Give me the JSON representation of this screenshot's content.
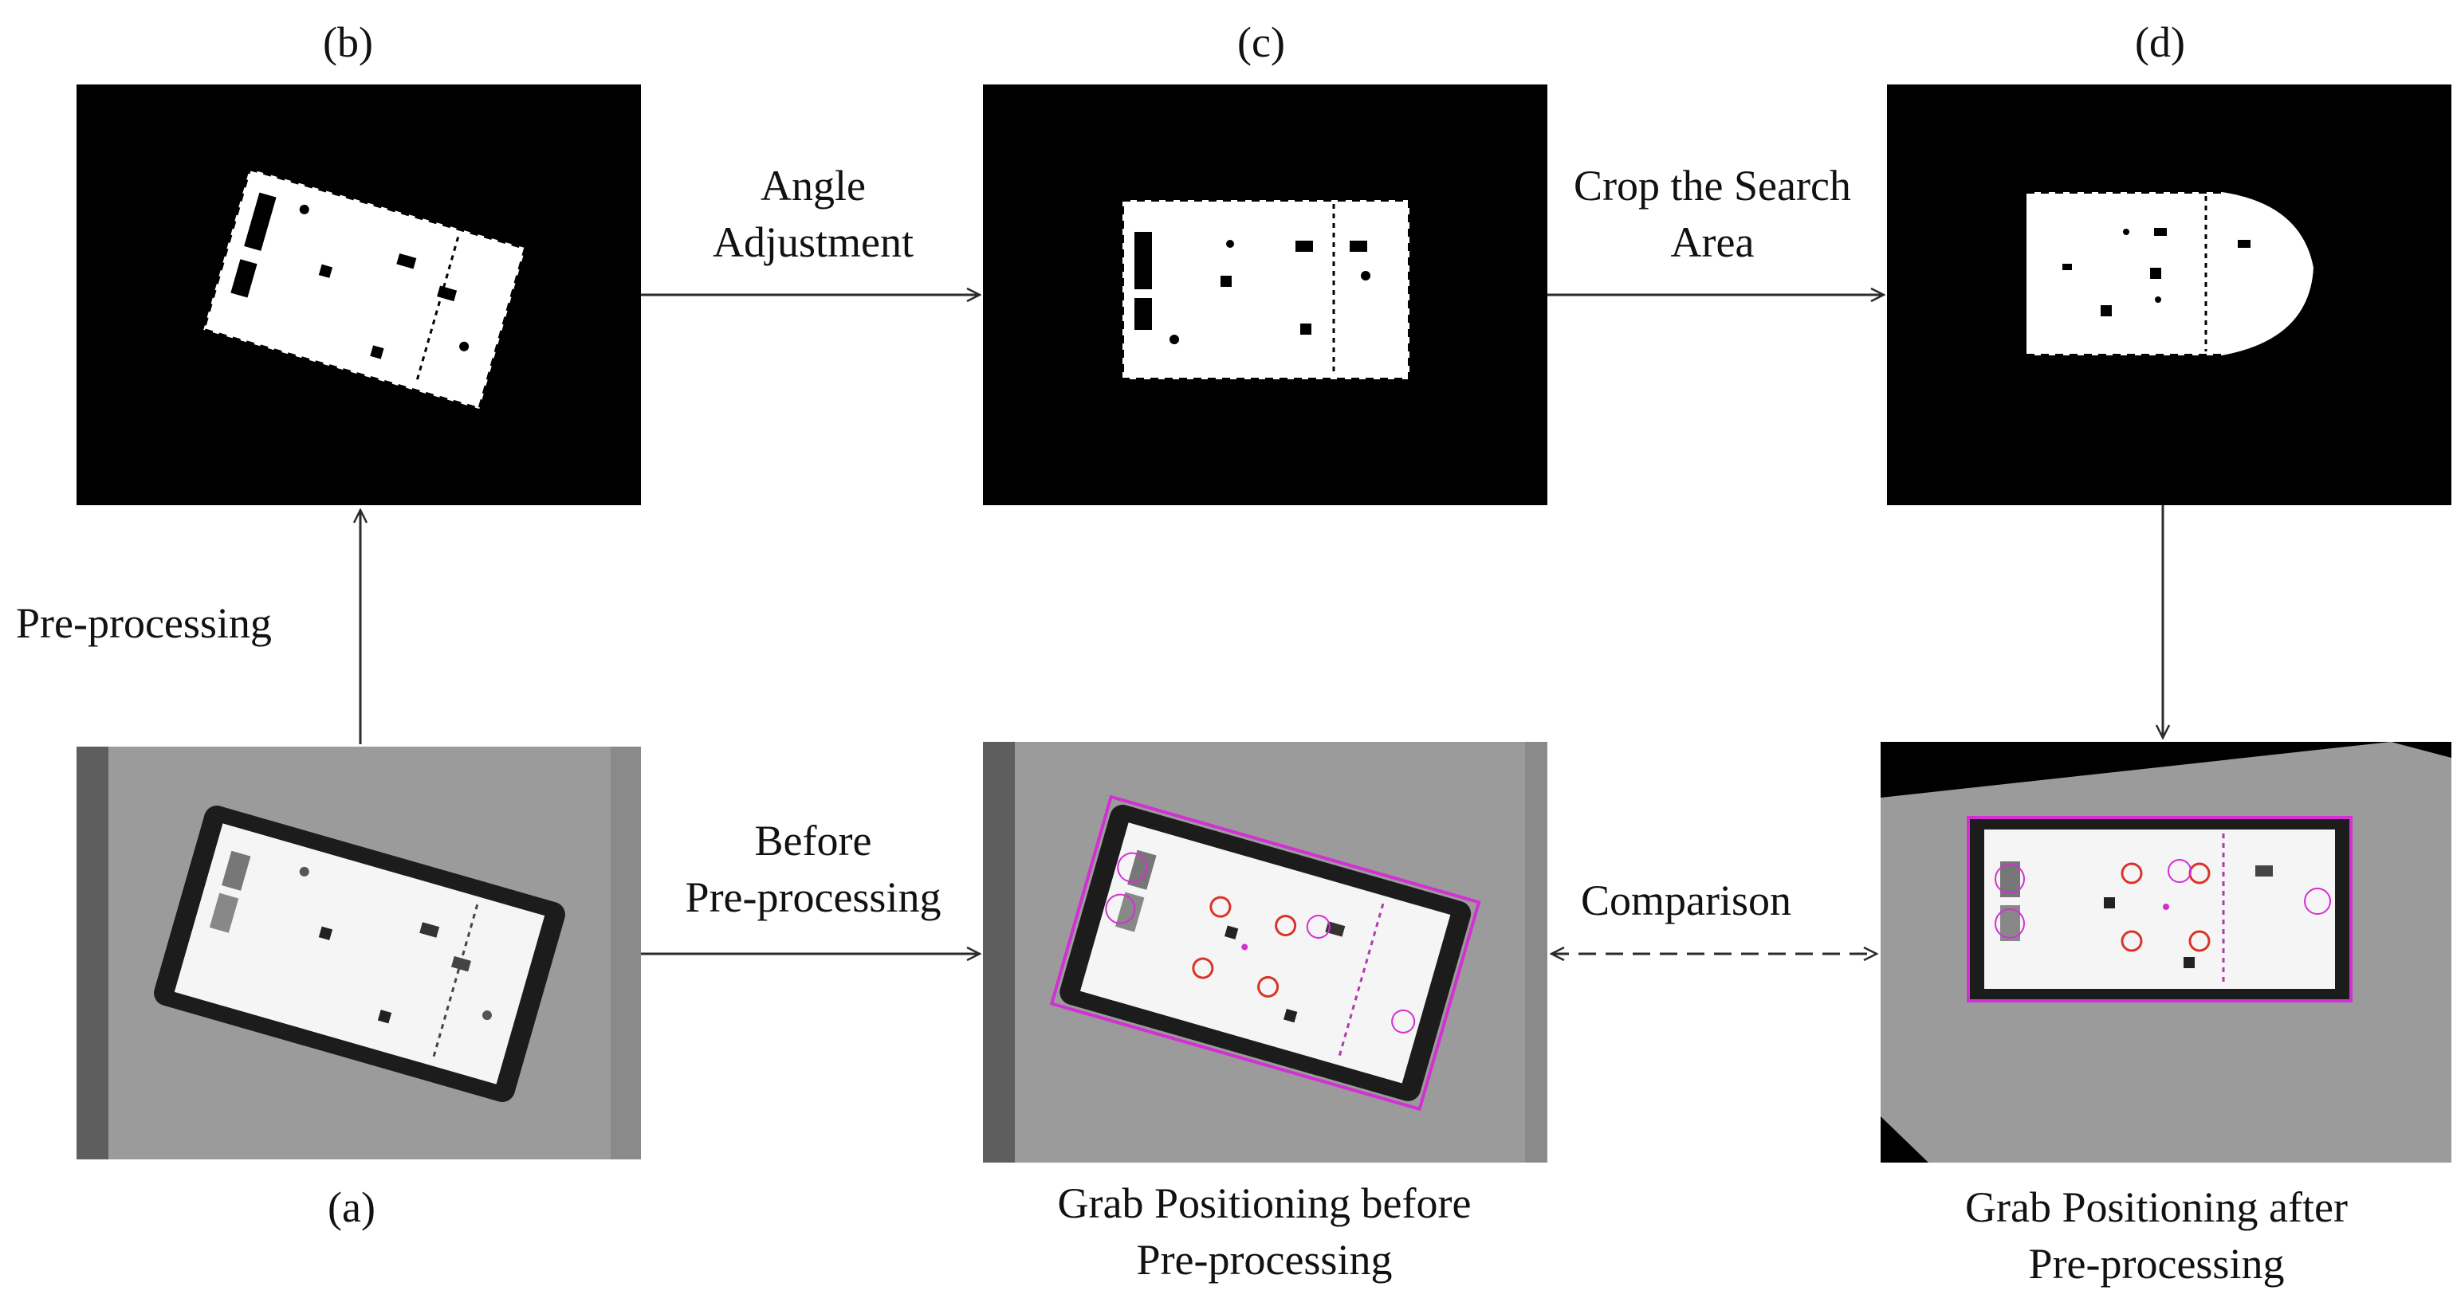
{
  "panels": {
    "a": "(a)",
    "b": "(b)",
    "c": "(c)",
    "d": "(d)"
  },
  "steps": {
    "pre_processing": "Pre-processing",
    "angle_adjustment_line1": "Angle",
    "angle_adjustment_line2": "Adjustment",
    "crop_line1": "Crop the Search",
    "crop_line2": "Area",
    "before_line1": "Before",
    "before_line2": "Pre-processing",
    "comparison": "Comparison"
  },
  "captions": {
    "grab_before_line1": "Grab Positioning before",
    "grab_before_line2": "Pre-processing",
    "grab_after_line1": "Grab Positioning after",
    "grab_after_line2": "Pre-processing"
  },
  "colors": {
    "binary_background": "#000000",
    "binary_foreground": "#ffffff",
    "grayscale_background": "#8a8a8a",
    "detection_frame": "#d42fd4",
    "grab_circle": "#d9342b",
    "arrow": "#2b2b2b"
  }
}
